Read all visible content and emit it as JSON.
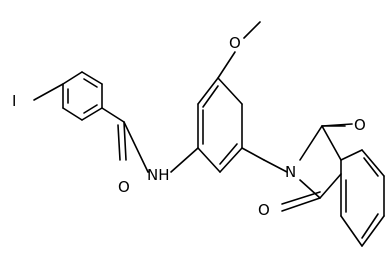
{
  "structure": {
    "line_color": "#000000",
    "background": "#ffffff",
    "atoms": {
      "iodine": "I",
      "amide_oxygen": "O",
      "amide_nitrogen": "NH",
      "methoxy_oxygen": "O",
      "imide_nitrogen": "N",
      "imide_oxygen_top": "O",
      "imide_oxygen_bottom": "O"
    }
  }
}
